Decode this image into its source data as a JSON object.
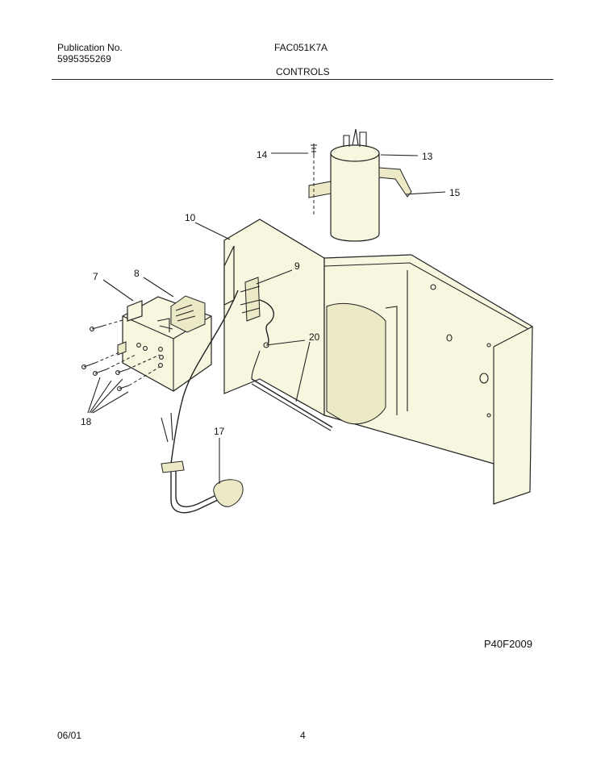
{
  "header": {
    "publication_label": "Publication No.",
    "publication_number": "5995355269",
    "model": "FAC051K7A",
    "section": "CONTROLS"
  },
  "diagram": {
    "callouts": [
      "14",
      "13",
      "15",
      "10",
      "7",
      "8",
      "9",
      "20",
      "18",
      "17"
    ],
    "figure_code": "P40F2009"
  },
  "footer": {
    "date": "06/01",
    "page": "4"
  }
}
